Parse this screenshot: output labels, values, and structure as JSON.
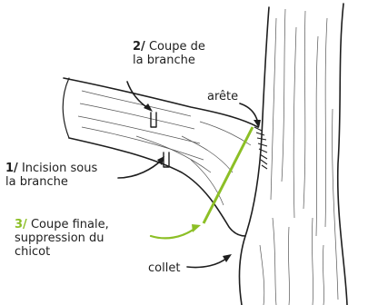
{
  "colors": {
    "accent_green": "#8cbf26",
    "ink": "#1e1e1e",
    "text": "#1f1f1f"
  },
  "labels": {
    "step2": {
      "num": "2/",
      "line1": "Coupe de",
      "line2": "la branche"
    },
    "step1": {
      "num": "1/",
      "line1": "Incision sous",
      "line2": "la branche"
    },
    "step3": {
      "num": "3/",
      "line1": "Coupe finale,",
      "line2": "suppression du",
      "line3": "chicot"
    },
    "arete": "arête",
    "collet": "collet"
  }
}
